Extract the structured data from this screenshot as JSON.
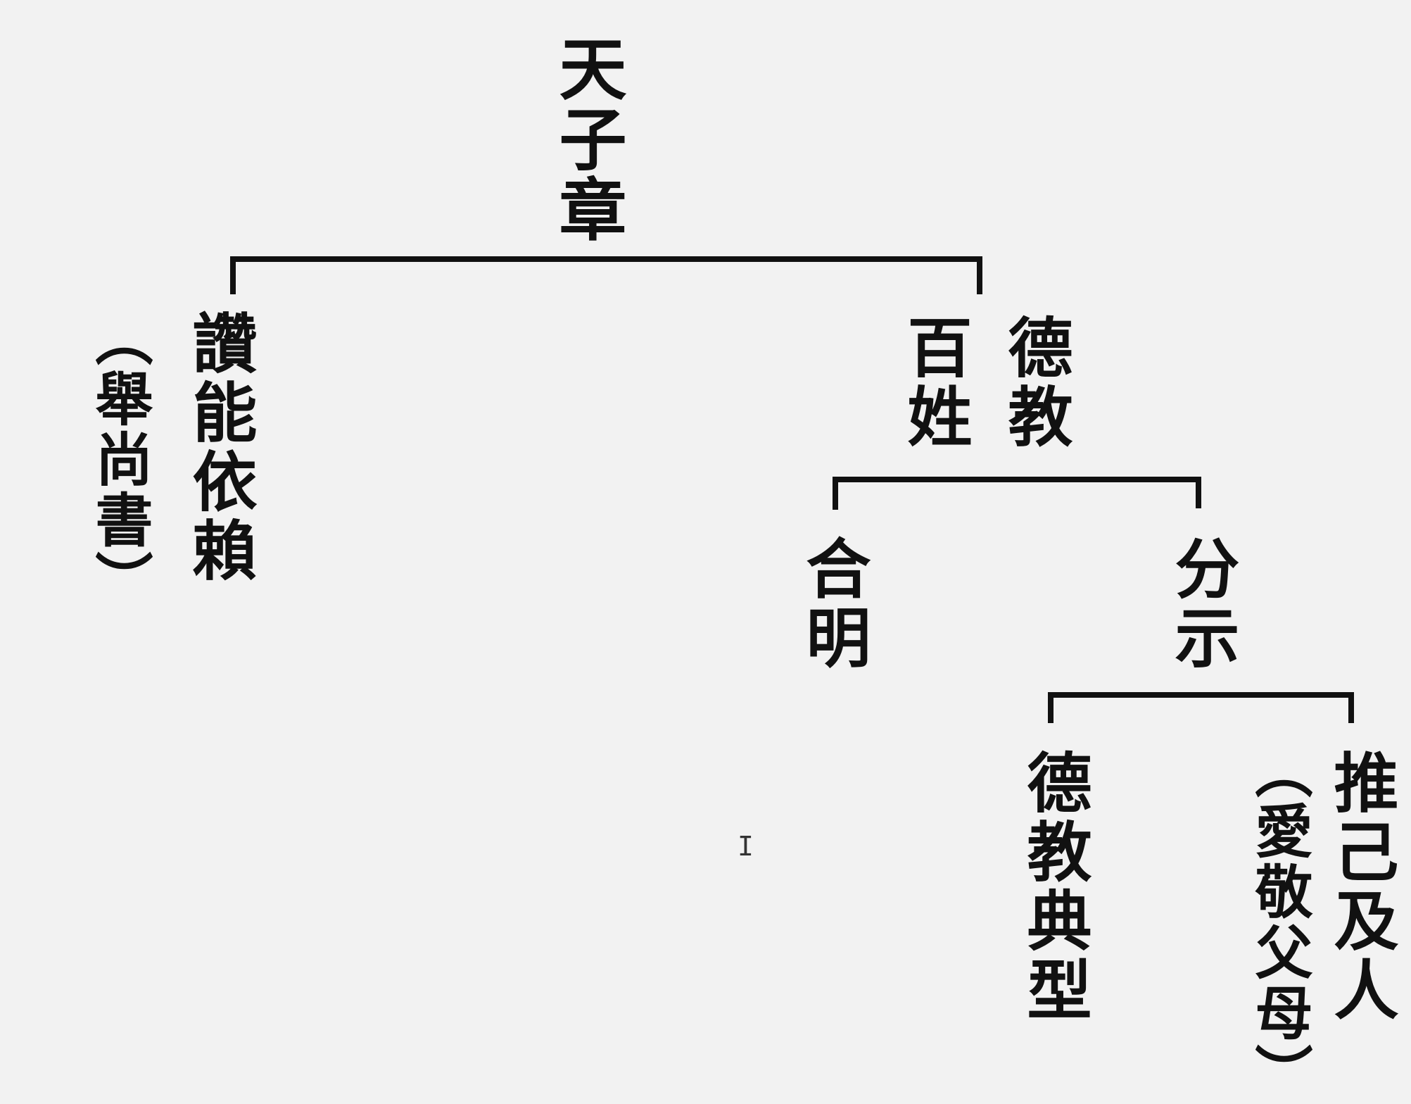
{
  "root": {
    "label": "天子章"
  },
  "branch_left": {
    "label": "讚能依賴",
    "note": "（舉尚書）"
  },
  "branch_right": {
    "label_col1": "德教",
    "label_col2": "百姓"
  },
  "sub_left": {
    "label": "合明"
  },
  "sub_right": {
    "label": "分示"
  },
  "leaf_left": {
    "label": "德教典型"
  },
  "leaf_right": {
    "label": "推己及人",
    "note": "（愛敬父母）"
  },
  "icons": {
    "cursor": "text-cursor-icon"
  },
  "colors": {
    "background": "#f2f2f2",
    "line": "#111111",
    "text": "#111111"
  }
}
